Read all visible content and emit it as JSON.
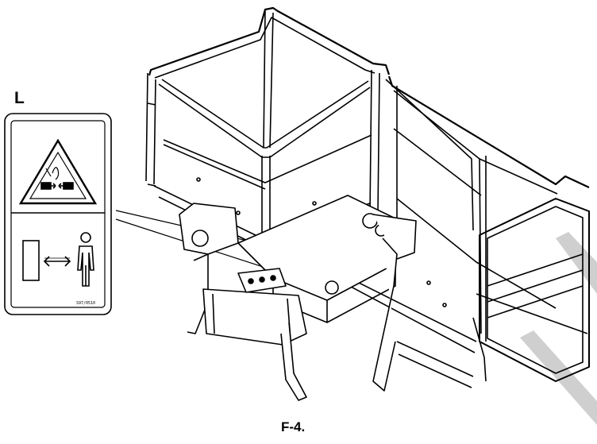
{
  "callout": {
    "letter": "L"
  },
  "decal": {
    "code": "S97/0510",
    "hazard_icon": "crush-hazard-triangle-icon",
    "keep_clear_icon": "keep-away-person-icon"
  },
  "figure": {
    "caption": "F-4."
  },
  "colors": {
    "line": "#000000",
    "paper": "#ffffff",
    "watermark": "#cfcfcf"
  }
}
